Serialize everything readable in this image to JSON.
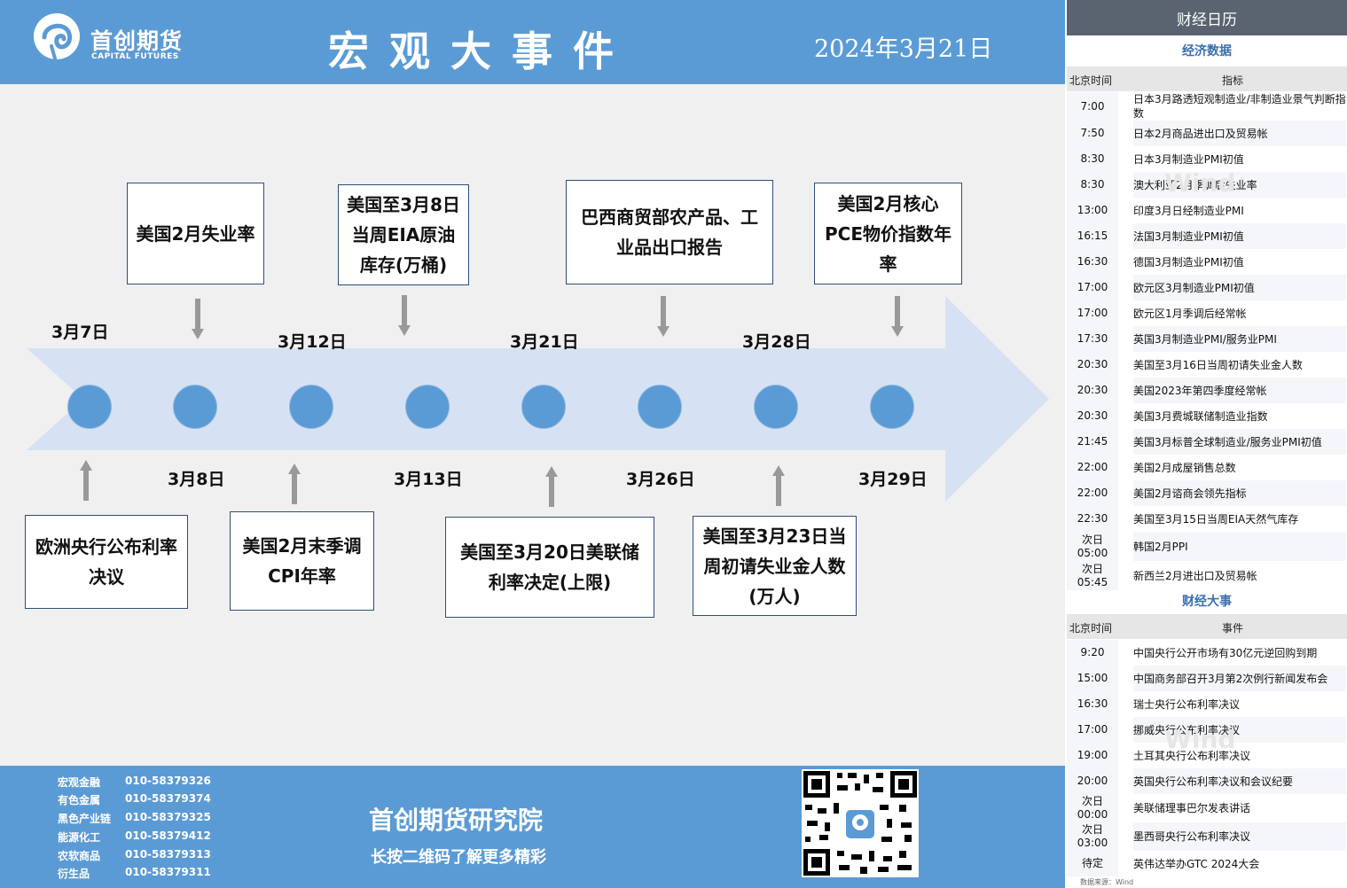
{
  "header": {
    "logo_cn": "首创期货",
    "logo_en": "CAPITAL FUTURES",
    "title": "宏观大事件",
    "date": "2024年3月21日"
  },
  "timeline": {
    "dates": [
      "3月7日",
      "3月8日",
      "3月12日",
      "3月13日",
      "3月21日",
      "3月26日",
      "3月28日",
      "3月29日"
    ],
    "top_events": [
      "美国2月失业率",
      "美国至3月8日当周EIA原油库存(万桶)",
      "巴西商贸部农产品、工业品出口报告",
      "美国2月核心PCE物价指数年率"
    ],
    "bottom_events": [
      "欧洲央行公布利率决议",
      "美国2月末季调CPI年率",
      "美国至3月20日美联储利率决定(上限)",
      "美国至3月23日当周初请失业金人数(万人)"
    ]
  },
  "footer": {
    "contacts": [
      {
        "dept": "宏观金融",
        "phone": "010-58379326"
      },
      {
        "dept": "有色金属",
        "phone": "010-58379374"
      },
      {
        "dept": "黑色产业链",
        "phone": "010-58379325"
      },
      {
        "dept": "能源化工",
        "phone": "010-58379412"
      },
      {
        "dept": "农软商品",
        "phone": "010-58379313"
      },
      {
        "dept": "衍生品",
        "phone": "010-58379311"
      }
    ],
    "title": "首创期货研究院",
    "subtitle": "长按二维码了解更多精彩"
  },
  "calendar": {
    "title": "财经日历",
    "econ_title": "经济数据",
    "econ_headers": {
      "time": "北京时间",
      "name": "指标"
    },
    "econ_rows": [
      {
        "time": "7:00",
        "name": "日本3月路透短观制造业/非制造业景气判断指数"
      },
      {
        "time": "7:50",
        "name": "日本2月商品进出口及贸易帐"
      },
      {
        "time": "8:30",
        "name": "日本3月制造业PMI初值"
      },
      {
        "time": "8:30",
        "name": "澳大利亚2月季调后失业率"
      },
      {
        "time": "13:00",
        "name": "印度3月日经制造业PMI"
      },
      {
        "time": "16:15",
        "name": "法国3月制造业PMI初值"
      },
      {
        "time": "16:30",
        "name": "德国3月制造业PMI初值"
      },
      {
        "time": "17:00",
        "name": "欧元区3月制造业PMI初值"
      },
      {
        "time": "17:00",
        "name": "欧元区1月季调后经常帐"
      },
      {
        "time": "17:30",
        "name": "英国3月制造业PMI/服务业PMI"
      },
      {
        "time": "20:30",
        "name": "美国至3月16日当周初请失业金人数"
      },
      {
        "time": "20:30",
        "name": "美国2023年第四季度经常帐"
      },
      {
        "time": "20:30",
        "name": "美国3月费城联储制造业指数"
      },
      {
        "time": "21:45",
        "name": "美国3月标普全球制造业/服务业PMI初值"
      },
      {
        "time": "22:00",
        "name": "美国2月成屋销售总数"
      },
      {
        "time": "22:00",
        "name": "美国2月谘商会领先指标"
      },
      {
        "time": "22:30",
        "name": "美国至3月15日当周EIA天然气库存"
      },
      {
        "time": "次日05:00",
        "name": "韩国2月PPI"
      },
      {
        "time": "次日05:45",
        "name": "新西兰2月进出口及贸易帐"
      }
    ],
    "event_title": "财经大事",
    "event_headers": {
      "time": "北京时间",
      "name": "事件"
    },
    "event_rows": [
      {
        "time": "9:20",
        "name": "中国央行公开市场有30亿元逆回购到期"
      },
      {
        "time": "15:00",
        "name": "中国商务部召开3月第2次例行新闻发布会"
      },
      {
        "time": "16:30",
        "name": "瑞士央行公布利率决议"
      },
      {
        "time": "17:00",
        "name": "挪威央行公布利率决议"
      },
      {
        "time": "19:00",
        "name": "土耳其央行公布利率决议"
      },
      {
        "time": "20:00",
        "name": "英国央行公布利率决议和会议纪要"
      },
      {
        "time": "次日00:00",
        "name": "美联储理事巴尔发表讲话"
      },
      {
        "time": "次日03:00",
        "name": "墨西哥央行公布利率决议"
      },
      {
        "time": "待定",
        "name": "英伟达举办GTC 2024大会"
      }
    ],
    "source": "数据来源：Wind",
    "watermark": "Wind"
  }
}
